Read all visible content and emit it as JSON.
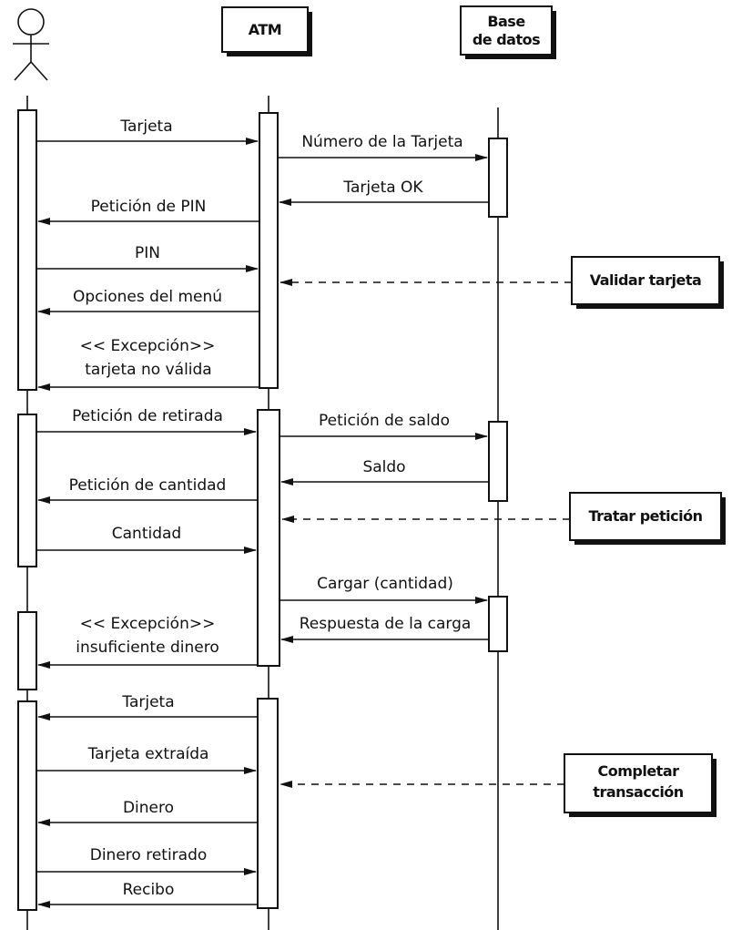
{
  "participants": {
    "atm": "ATM",
    "database": [
      "Base",
      "de datos"
    ]
  },
  "notes": {
    "validate": [
      "Validar tarjeta"
    ],
    "process": [
      "Tratar petición"
    ],
    "complete": [
      "Completar",
      "transacción"
    ]
  },
  "messages": [
    {
      "id": "msg-tarjeta-1",
      "lines": [
        "Tarjeta"
      ]
    },
    {
      "id": "msg-numero-tarjeta",
      "lines": [
        "Número de la Tarjeta"
      ]
    },
    {
      "id": "msg-tarjeta-ok",
      "lines": [
        "Tarjeta OK"
      ]
    },
    {
      "id": "msg-peticion-pin",
      "lines": [
        "Petición de PIN"
      ]
    },
    {
      "id": "msg-pin",
      "lines": [
        "PIN"
      ]
    },
    {
      "id": "msg-opciones-menu",
      "lines": [
        "Opciones del menú"
      ]
    },
    {
      "id": "msg-excepcion-tarjeta",
      "lines": [
        "<< Excepción>>",
        "tarjeta no válida"
      ]
    },
    {
      "id": "msg-peticion-retirada",
      "lines": [
        "Petición de retirada"
      ]
    },
    {
      "id": "msg-peticion-saldo",
      "lines": [
        "Petición de saldo"
      ]
    },
    {
      "id": "msg-saldo",
      "lines": [
        "Saldo"
      ]
    },
    {
      "id": "msg-peticion-cantidad",
      "lines": [
        "Petición de cantidad"
      ]
    },
    {
      "id": "msg-cantidad",
      "lines": [
        "Cantidad"
      ]
    },
    {
      "id": "msg-cargar",
      "lines": [
        "Cargar (cantidad)"
      ]
    },
    {
      "id": "msg-respuesta-carga",
      "lines": [
        "Respuesta de la carga"
      ]
    },
    {
      "id": "msg-excepcion-dinero",
      "lines": [
        "<< Excepción>>",
        "insuficiente dinero"
      ]
    },
    {
      "id": "msg-tarjeta-2",
      "lines": [
        "Tarjeta"
      ]
    },
    {
      "id": "msg-tarjeta-extraida",
      "lines": [
        "Tarjeta extraída"
      ]
    },
    {
      "id": "msg-dinero",
      "lines": [
        "Dinero"
      ]
    },
    {
      "id": "msg-dinero-retirado",
      "lines": [
        "Dinero retirado"
      ]
    },
    {
      "id": "msg-recibo",
      "lines": [
        "Recibo"
      ]
    }
  ]
}
